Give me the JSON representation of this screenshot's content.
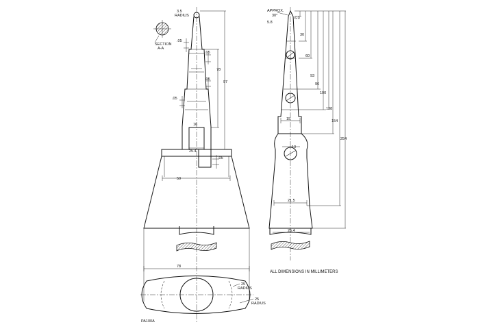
{
  "dimensions_front": {
    "tip_radius": "3.5",
    "tip_radius_word": "RADIUS",
    "step_a": ".05",
    "step_b": ".05",
    "step_c": ".05",
    "step_d": ".05",
    "step_e": ".05",
    "height_78": "78",
    "height_97": "97",
    "width_16": "16",
    "width_25_4": "25.4",
    "width_50": "50",
    "width_78": "78",
    "radius_25_a": "25",
    "radius_25_a_word": "RADIUS",
    "radius_25_b": "25",
    "radius_25_b_word": "RADIUS"
  },
  "section": {
    "label_1": "SECTION",
    "label_2": "A-A"
  },
  "dimensions_side": {
    "approx_word": "APPROX.",
    "angle": "30°",
    "tip_6_0": "6.0",
    "tip_5_8": "5.8",
    "v30": "30",
    "v60": "60",
    "v93": "93",
    "v96": "96",
    "v100": "100",
    "v138": "138",
    "v154": "154",
    "v254": "254",
    "w15": "15",
    "w13": "13",
    "w21_5": "21.5",
    "w25_4": "25.4"
  },
  "notes": {
    "units": "ALL DIMENSIONS IN MILLIMETERS",
    "part_id": "PA100A"
  }
}
